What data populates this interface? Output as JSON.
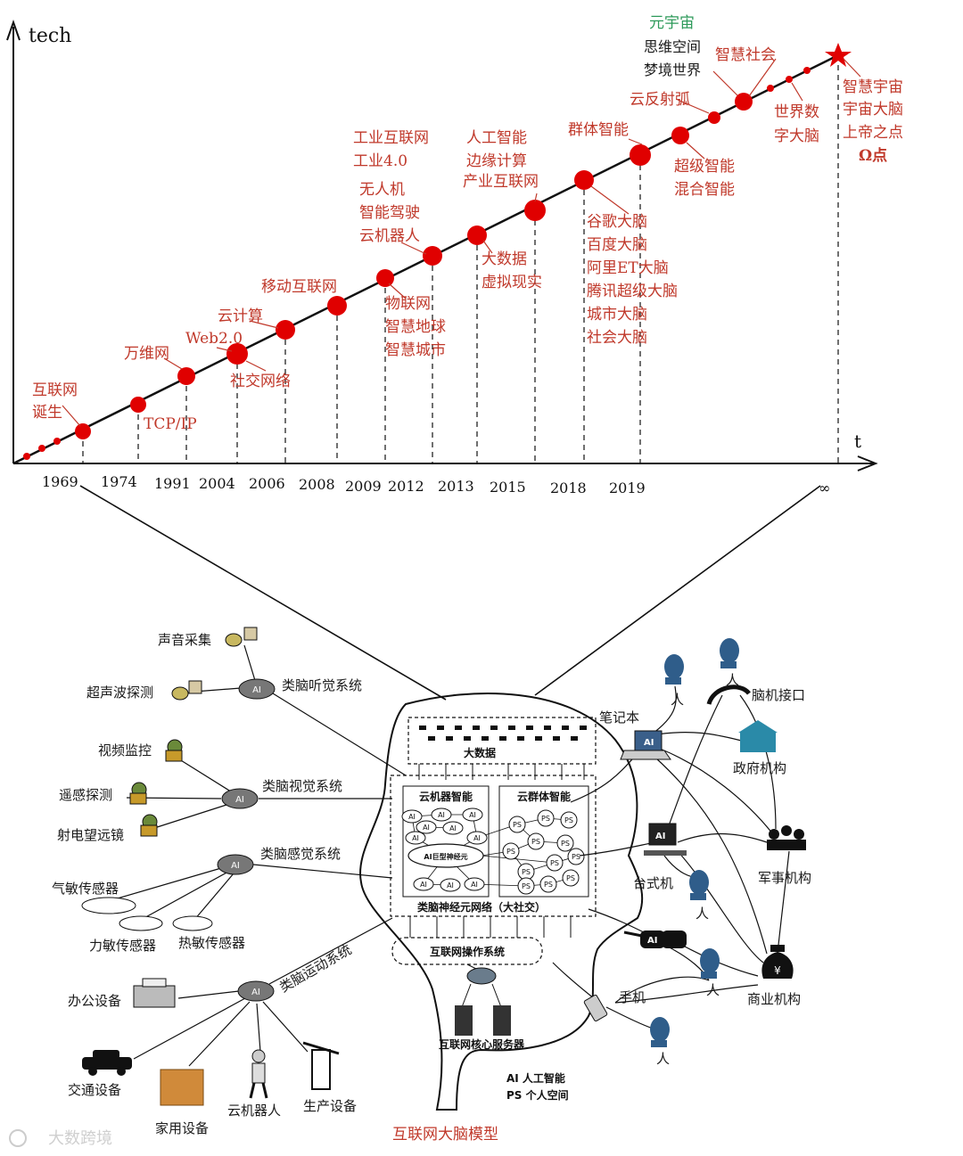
{
  "timeline": {
    "y_axis_label": "tech",
    "x_axis_label": "t",
    "years": [
      "1969",
      "1974",
      "1991",
      "2004",
      "2006",
      "2008",
      "2009",
      "2012",
      "2013",
      "2015",
      "2018",
      "2019",
      "∞"
    ],
    "events": {
      "internet_birth": [
        "互联网",
        "诞生"
      ],
      "tcpip": "TCP/IP",
      "www": "万维网",
      "web20": "Web2.0",
      "social": "社交网络",
      "cloud": "云计算",
      "mobile": "移动互联网",
      "iot": [
        "物联网",
        "智慧地球",
        "智慧城市"
      ],
      "drones": [
        "无人机",
        "智能驾驶",
        "云机器人"
      ],
      "industrial": [
        "工业互联网",
        "工业4.0"
      ],
      "bigdata": [
        "大数据",
        "虚拟现实"
      ],
      "ai": [
        "人工智能",
        "边缘计算",
        "产业互联网"
      ],
      "brains": [
        "谷歌大脑",
        "百度大脑",
        "阿里ET大脑",
        "腾讯超级大脑",
        "城市大脑",
        "社会大脑"
      ],
      "swarm": "群体智能",
      "super": [
        "超级智能",
        "混合智能"
      ],
      "reflex": "云反射弧",
      "metaverse": "元宇宙",
      "mind": [
        "思维空间",
        "梦境世界"
      ],
      "smart_society": "智慧社会",
      "world_brain": [
        "世界数",
        "字大脑"
      ],
      "omega": [
        "智慧宇宙",
        "宇宙大脑",
        "上帝之点",
        "Ω点"
      ]
    }
  },
  "brain_model": {
    "title": "互联网大脑模型",
    "big_data": "大数据",
    "cloud_robot_intel": "云机器智能",
    "cloud_swarm_intel": "云群体智能",
    "ai_neuron": "AI巨型神经元",
    "neural_network": "类脑神经元网络（大社交）",
    "os": "互联网操作系统",
    "core_server": "互联网核心服务器",
    "legend": [
      "AI  人工智能",
      "PS  个人空间"
    ],
    "node_ai": "AI",
    "node_ps": "PS",
    "hearing_system": "类脑听觉系统",
    "hearing_inputs": [
      "声音采集",
      "超声波探测"
    ],
    "vision_system": "类脑视觉系统",
    "vision_inputs": [
      "视频监控",
      "遥感探测",
      "射电望远镜"
    ],
    "sense_system": "类脑感觉系统",
    "sense_inputs": [
      "气敏传感器",
      "力敏传感器",
      "热敏传感器"
    ],
    "motor_system": "类脑运动系统",
    "motor_outputs": [
      "办公设备",
      "交通设备",
      "家用设备",
      "云机器人",
      "生产设备"
    ],
    "right_items": {
      "laptop": "笔记本",
      "bci": "脑机接口",
      "gov": "政府机构",
      "desktop": "台式机",
      "military": "军事机构",
      "phone": "手机",
      "business": "商业机构",
      "person": "人",
      "yen": "¥"
    }
  },
  "watermark": "大数跨境",
  "colors": {
    "accent": "#e00000",
    "label": "#c0392b",
    "metaverse": "#2e9a5a"
  }
}
